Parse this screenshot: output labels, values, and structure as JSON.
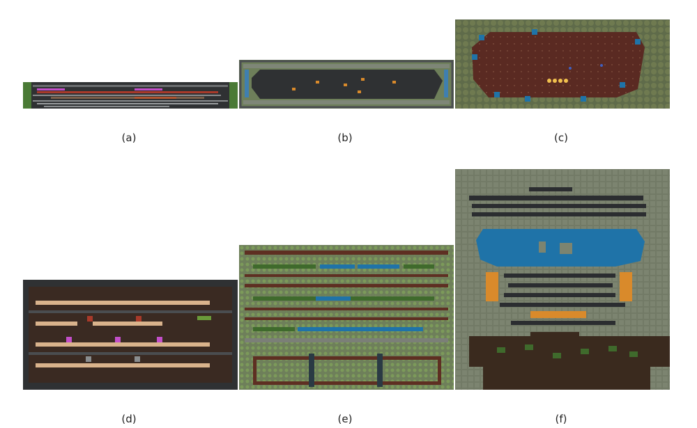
{
  "captions": {
    "a": "(a)",
    "b": "(b)",
    "c": "(c)",
    "d": "(d)",
    "e": "(e)",
    "f": "(f)"
  },
  "palette": {
    "dark": "#2f3133",
    "grass": "#6e7f5a",
    "stone": "#7b7f77",
    "dirt": "#4a2f22",
    "floor": "#5e2f22",
    "water": "#1f73a8",
    "sand": "#d9b38c",
    "bush": "#3f6a2c",
    "pink": "#c34fc9",
    "orange": "#d98a2b",
    "redbrick": "#a83a2a"
  }
}
